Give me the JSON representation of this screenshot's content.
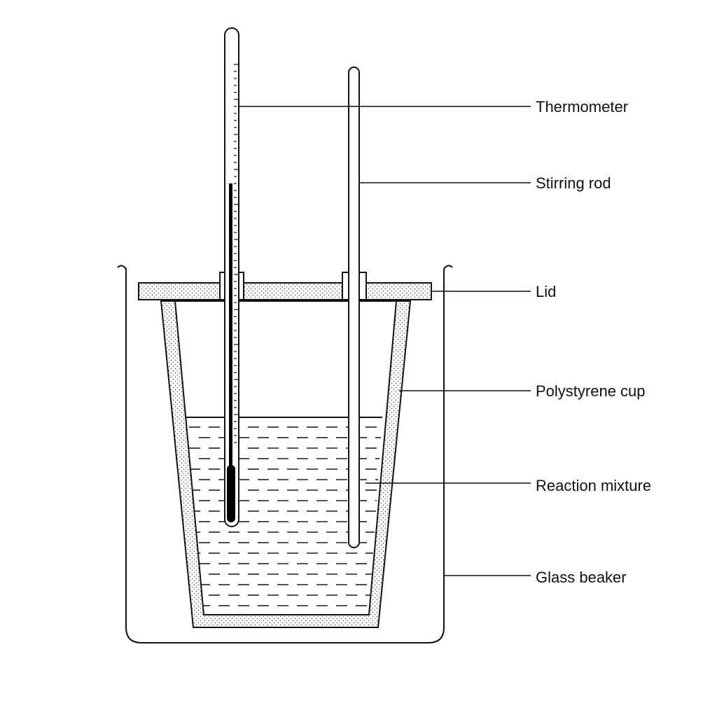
{
  "labels": {
    "thermometer": "Thermometer",
    "stirring_rod": "Stirring rod",
    "lid": "Lid",
    "polystyrene_cup": "Polystyrene cup",
    "reaction_mixture": "Reaction mixture",
    "glass_beaker": "Glass beaker"
  },
  "colors": {
    "line": "#111111",
    "background": "#ffffff",
    "stipple": "#444444",
    "mercury": "#000000"
  }
}
